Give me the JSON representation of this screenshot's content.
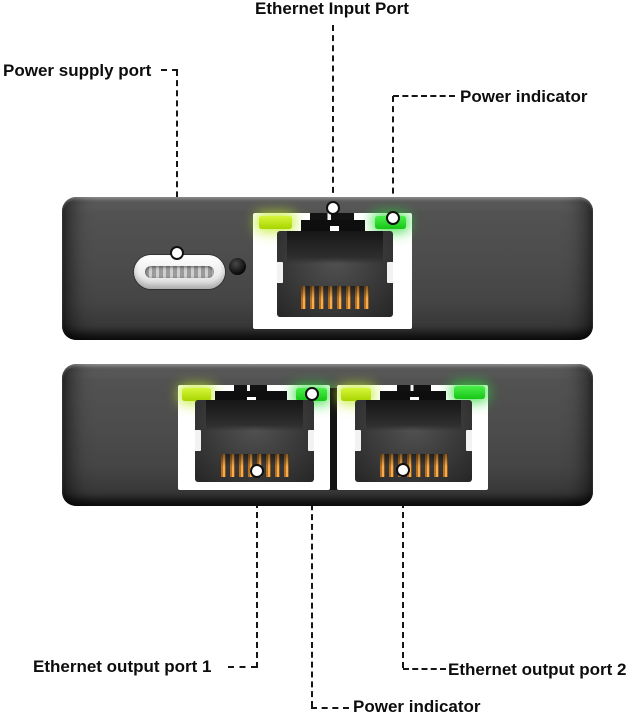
{
  "figure": {
    "type": "annotated-product-diagram",
    "subject": "Ethernet splitter shown in two panel views with callout labels"
  },
  "labels": {
    "ethernet_input_port": "Ethernet Input Port",
    "power_supply_port": "Power supply port",
    "power_indicator_top": "Power indicator",
    "ethernet_output_port_1": "Ethernet output port 1",
    "power_indicator_bottom": "Power indicator",
    "ethernet_output_port_2": "Ethernet output port 2"
  },
  "colors": {
    "background": "#ffffff",
    "device_body": "#4c4c4c",
    "port_bezel": "#ffffff",
    "led_yellow_green": "#b0dc10",
    "led_green": "#22d122",
    "pin_orange": "#e09a40",
    "annotation_line": "#161616",
    "label_text": "#0d0d0d"
  },
  "icons": {
    "callout_dot": "white circle with black ring marking referenced part",
    "screw_hole": "small black recessed screw dot",
    "usb_c_port": "white oval USB-C receptacle",
    "rj45_port": "white-bezeled RJ45 jack with orange pins and status LEDs"
  }
}
